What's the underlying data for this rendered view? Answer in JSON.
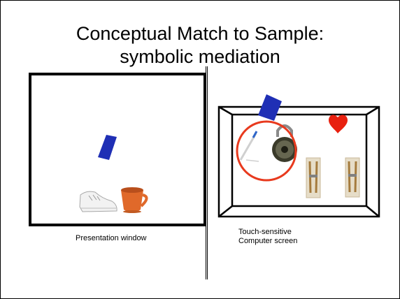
{
  "title": {
    "line1": "Conceptual Match to Sample:",
    "line2": "symbolic mediation"
  },
  "captions": {
    "presentation": "Presentation window",
    "touch_line1": "Touch-sensitive",
    "touch_line2": "Computer screen"
  },
  "colors": {
    "card_blue": "#1f2fb5",
    "heart_red": "#e8200f",
    "circle_red": "#e83a1e",
    "cup_orange": "#e0692a"
  }
}
